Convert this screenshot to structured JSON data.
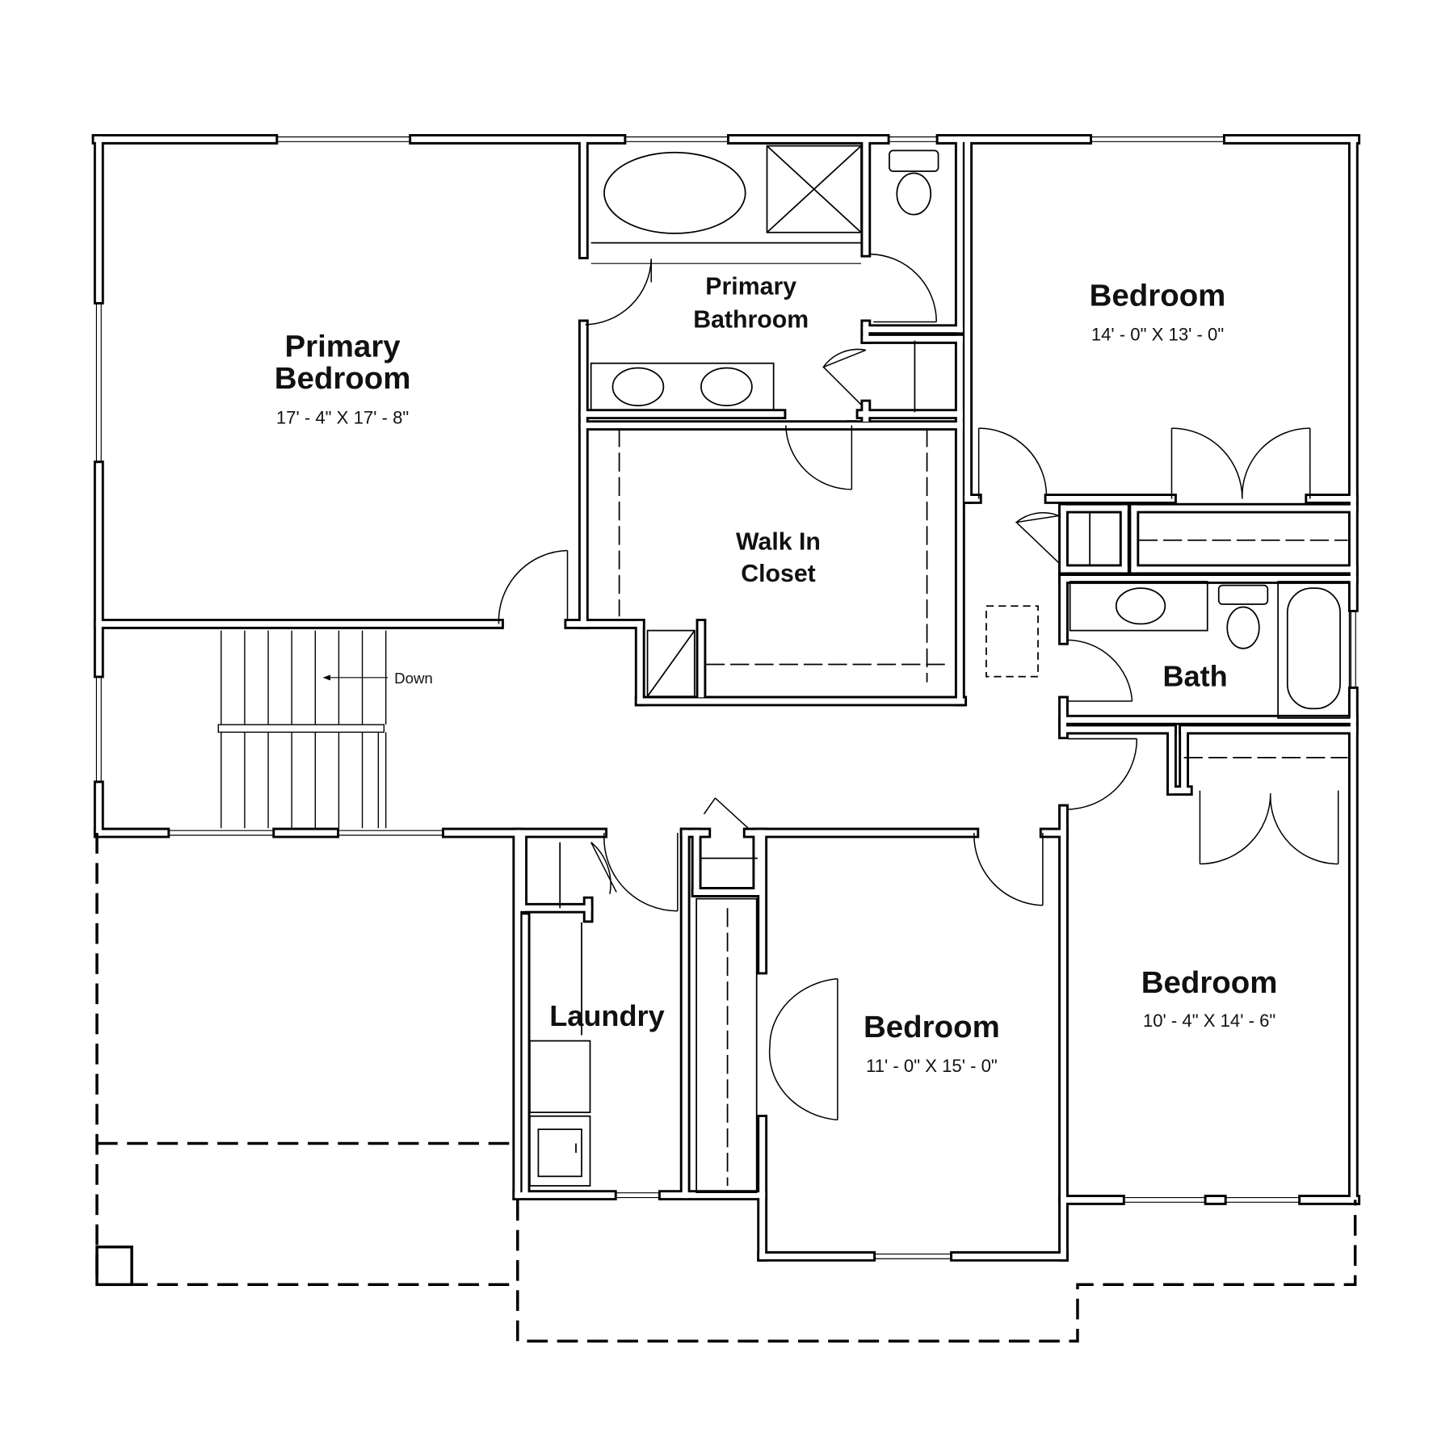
{
  "colors": {
    "wall": "#000000",
    "background": "#ffffff"
  },
  "rooms": [
    {
      "id": "primary-bedroom",
      "name_lines": [
        "Primary",
        "Bedroom"
      ],
      "dimensions": "17' - 4\"  X  17' - 8\""
    },
    {
      "id": "primary-bathroom",
      "name_lines": [
        "Primary",
        "Bathroom"
      ]
    },
    {
      "id": "walk-in-closet",
      "name_lines": [
        "Walk In",
        "Closet"
      ]
    },
    {
      "id": "bedroom-ne",
      "name_lines": [
        "Bedroom"
      ],
      "dimensions": "14' - 0\"  X  13' - 0\""
    },
    {
      "id": "bath",
      "name_lines": [
        "Bath"
      ]
    },
    {
      "id": "bedroom-se",
      "name_lines": [
        "Bedroom"
      ],
      "dimensions": "10' - 4\"  X  14' - 6\""
    },
    {
      "id": "bedroom-s",
      "name_lines": [
        "Bedroom"
      ],
      "dimensions": "11' - 0\"  X  15' - 0\""
    },
    {
      "id": "laundry",
      "name_lines": [
        "Laundry"
      ]
    }
  ],
  "stairs": {
    "direction_label": "Down"
  }
}
